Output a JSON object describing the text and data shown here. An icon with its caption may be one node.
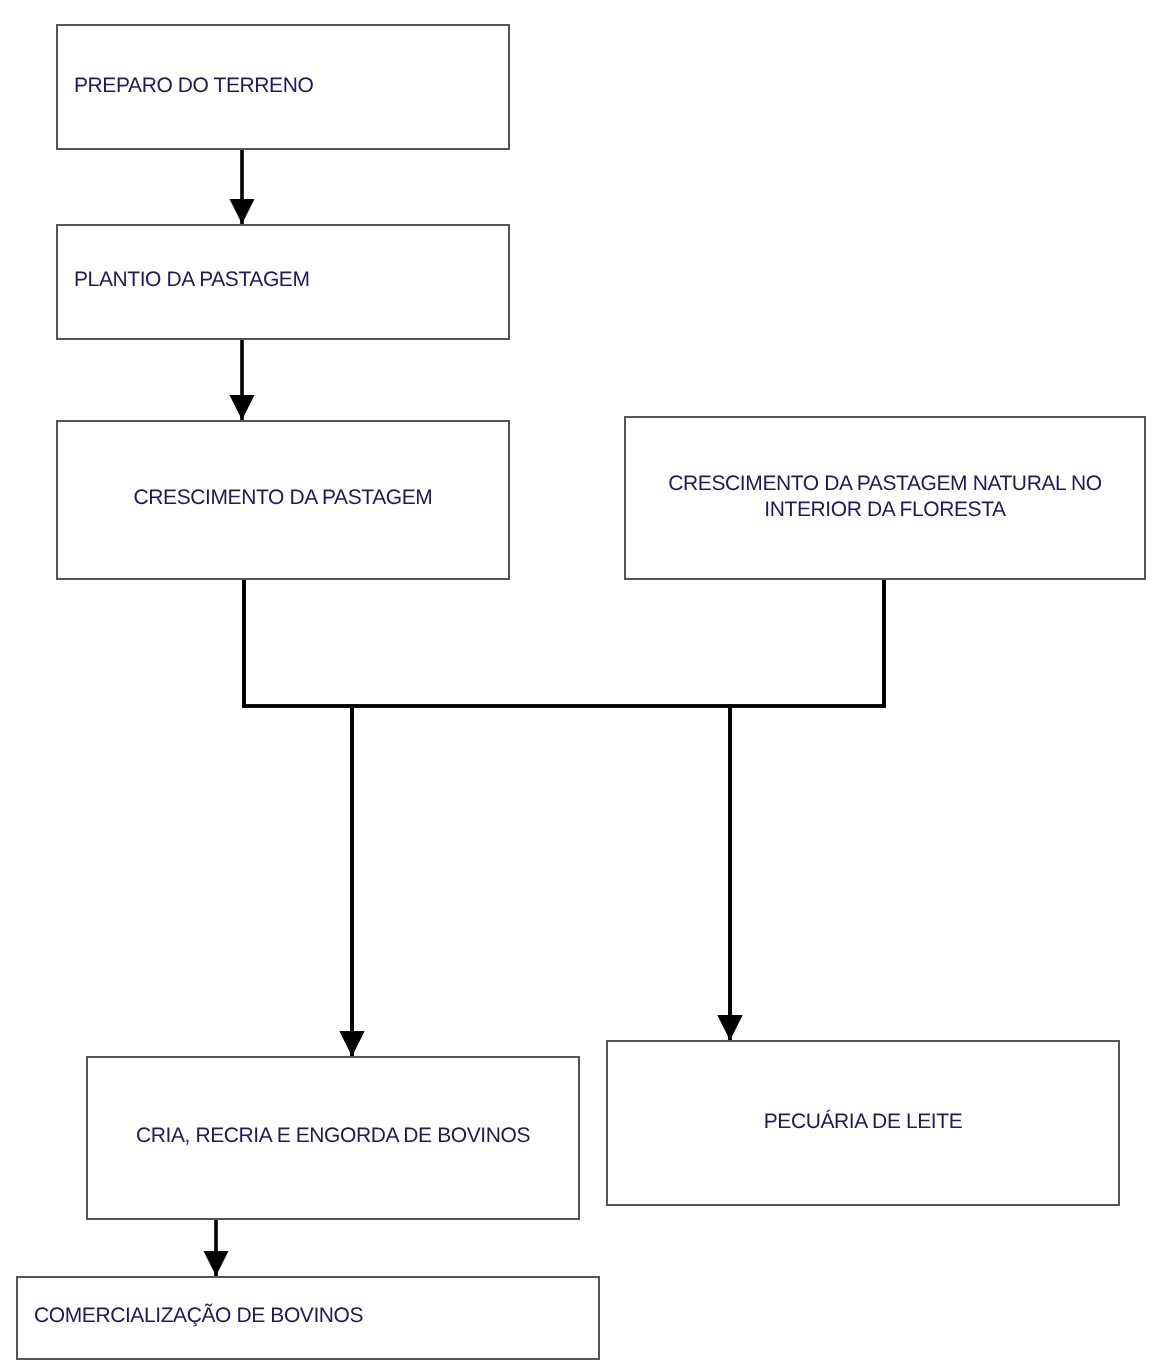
{
  "diagram": {
    "nodes": [
      {
        "text": [
          "PREPARO DO TERRENO"
        ]
      },
      {
        "text": [
          "PLANTIO DA PASTAGEM"
        ]
      },
      {
        "text": [
          "CRESCIMENTO DA PASTAGEM"
        ]
      },
      {
        "text": [
          "CRESCIMENTO DA PASTAGEM NATURAL NO INTERIOR DA FLORESTA"
        ]
      },
      {
        "text": [
          "CRIA, RECRIA E ENGORDA DE BOVINOS"
        ]
      },
      {
        "text": [
          "PECUÁRIA DE LEITE"
        ]
      },
      {
        "text": [
          "COMERCIALIZAÇÃO DE BOVINOS"
        ]
      }
    ],
    "edges": [
      {
        "from": 0,
        "to": 1,
        "arrow": "to"
      },
      {
        "from": 1,
        "to": 2,
        "arrow": "to"
      },
      {
        "from": 2,
        "to": 4,
        "arrow": "to"
      },
      {
        "from": 2,
        "to": 5,
        "arrow": "to"
      },
      {
        "from": 3,
        "to": 4,
        "arrow": "to"
      },
      {
        "from": 3,
        "to": 5,
        "arrow": "to"
      },
      {
        "from": 4,
        "to": 6,
        "arrow": "to"
      }
    ]
  }
}
